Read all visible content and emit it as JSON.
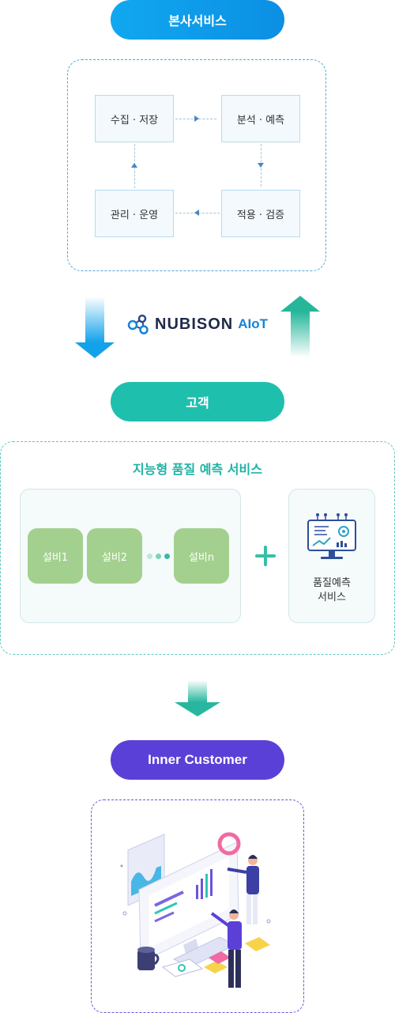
{
  "hq": {
    "title": "본사서비스",
    "steps": {
      "collect": "수집 · 저장",
      "analyze": "분석 · 예측",
      "apply": "적용 · 검증",
      "manage": "관리 · 운영"
    }
  },
  "logo": {
    "brand": "NUBISON",
    "suffix": "AIoT"
  },
  "customer": {
    "title": "고객",
    "service_title": "지능형 품질 예측 서비스",
    "equipment": [
      "설비1",
      "설비2",
      "설비n"
    ],
    "quality_service": {
      "line1": "품질예측",
      "line2": "서비스"
    }
  },
  "inner": {
    "title": "Inner Customer"
  },
  "colors": {
    "hq_blue": "#0b8fe3",
    "customer_teal": "#1fbfae",
    "inner_purple": "#5b40d8",
    "equipment_green": "#a3d08f"
  }
}
